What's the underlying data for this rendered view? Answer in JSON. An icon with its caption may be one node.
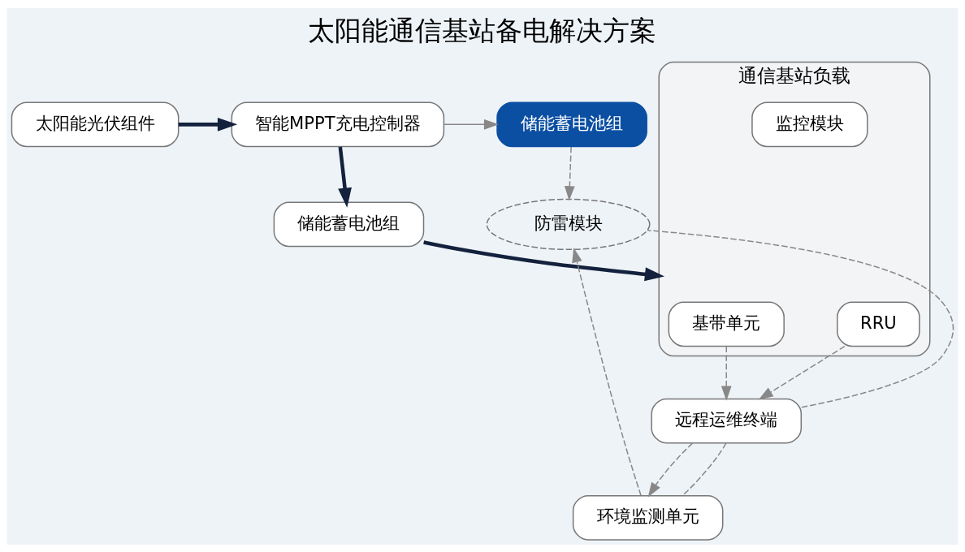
{
  "diagram": {
    "title": "太阳能通信基站备电解决方案",
    "nodes": [
      {
        "text": [
          "太阳能光伏组件"
        ]
      },
      {
        "text": [
          "智能MPPT充电控制器"
        ]
      },
      {
        "text": [
          "储能蓄电池组"
        ]
      },
      {
        "text": [
          "储能蓄电池组"
        ]
      },
      {
        "text": [
          "通信基站负载"
        ]
      },
      {
        "text": [
          "RRU"
        ],
        "in": 4
      },
      {
        "text": [
          "基带单元"
        ],
        "in": 4
      },
      {
        "text": [
          "监控模块"
        ],
        "in": 4
      },
      {
        "text": [
          "防雷模块"
        ]
      },
      {
        "text": [
          "环境监测单元"
        ]
      },
      {
        "text": [
          "远程运维终端"
        ]
      }
    ],
    "edges": [
      {
        "from": 0,
        "to": 1,
        "arrow": "to",
        "style": "thick",
        "color": "#14213d"
      },
      {
        "from": 1,
        "to": 2,
        "arrow": "to"
      },
      {
        "from": 1,
        "to": 3,
        "arrow": "to",
        "style": "thick",
        "color": "#14213d"
      },
      {
        "from": 3,
        "to": 4,
        "arrow": "to",
        "style": "thick",
        "color": "#14213d"
      },
      {
        "from": 2,
        "to": 8,
        "arrow": "to",
        "style": "dashed"
      },
      {
        "from": 9,
        "to": 8,
        "arrow": "to",
        "style": "dashed"
      },
      {
        "from": 10,
        "to": 9,
        "arrow": "to",
        "style": "dashed"
      },
      {
        "from": 5,
        "to": 10,
        "arrow": "to",
        "style": "dashed"
      },
      {
        "from": 6,
        "to": 10,
        "arrow": "to",
        "style": "dashed"
      },
      {
        "from": 10,
        "to": 9,
        "arrow": "none",
        "style": "dashed"
      },
      {
        "from": 10,
        "to": 8,
        "arrow": "none",
        "style": "dashed"
      }
    ]
  }
}
